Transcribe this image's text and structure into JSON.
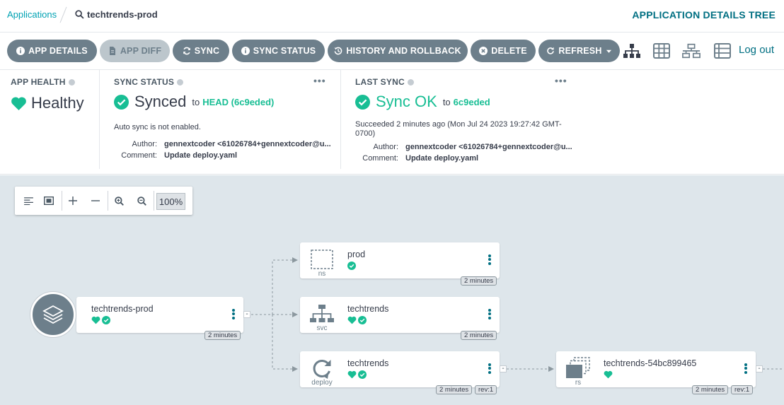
{
  "breadcrumb": {
    "app_link": "Applications",
    "current": "techtrends-prod"
  },
  "view_title": "APPLICATION DETAILS TREE",
  "toolbar": {
    "app_details": "APP DETAILS",
    "app_diff": "APP DIFF",
    "sync": "SYNC",
    "sync_status": "SYNC STATUS",
    "history": "HISTORY AND ROLLBACK",
    "delete": "DELETE",
    "refresh": "REFRESH",
    "logout": "Log out"
  },
  "summary": {
    "app_health": {
      "label": "APP HEALTH",
      "value": "Healthy"
    },
    "sync_status": {
      "label": "SYNC STATUS",
      "value": "Synced",
      "to": "to",
      "revision": "HEAD (6c9eded)",
      "auto_sync": "Auto sync is not enabled.",
      "author_label": "Author:",
      "author": "gennextcoder <61026784+gennextcoder@u...",
      "comment_label": "Comment:",
      "comment": "Update deploy.yaml"
    },
    "last_sync": {
      "label": "LAST SYNC",
      "value": "Sync OK",
      "to": "to",
      "revision": "6c9eded",
      "succeeded_line1": "Succeeded 2 minutes ago (Mon Jul 24 2023 19:27:42 GMT-",
      "succeeded_line2": "0700)",
      "author_label": "Author:",
      "author": "gennextcoder <61026784+gennextcoder@u...",
      "comment_label": "Comment:",
      "comment": "Update deploy.yaml"
    },
    "menu": "•••"
  },
  "zoom": {
    "level": "100%"
  },
  "nodes": {
    "app": {
      "name": "techtrends-prod",
      "age": "2 minutes"
    },
    "ns": {
      "name": "prod",
      "kind": "ns",
      "age": "2 minutes"
    },
    "svc": {
      "name": "techtrends",
      "kind": "svc",
      "age": "2 minutes"
    },
    "deploy": {
      "name": "techtrends",
      "kind": "deploy",
      "age": "2 minutes",
      "rev": "rev:1"
    },
    "rs": {
      "name": "techtrends-54bc899465",
      "kind": "rs",
      "age": "2 minutes",
      "rev": "rev:1"
    }
  },
  "colors": {
    "accent": "#006f82",
    "healthy": "#18be94",
    "button": "#6d7f8b",
    "canvas": "#dee6eb"
  }
}
